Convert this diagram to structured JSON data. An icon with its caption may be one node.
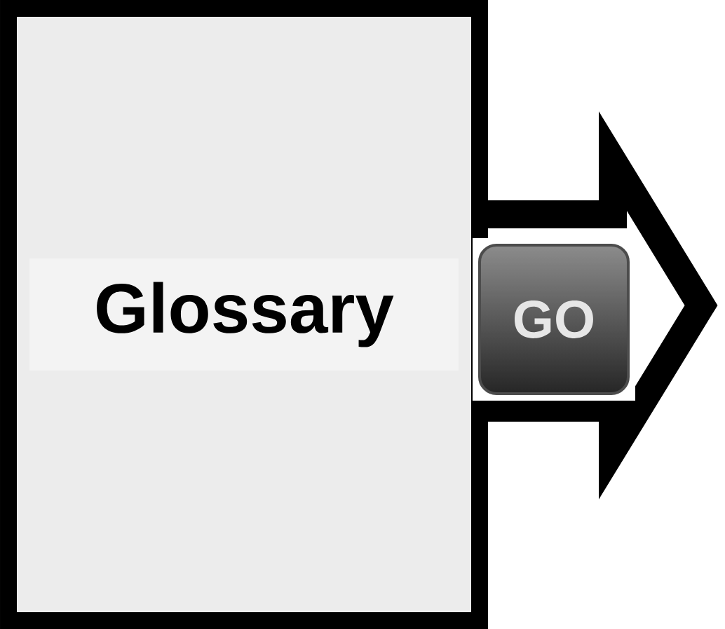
{
  "diagram": {
    "nodes": [
      {
        "text": [
          "Glossary"
        ]
      },
      {
        "text": [],
        "shape": "arrow"
      },
      {
        "text": [
          "GO"
        ],
        "in": 1
      }
    ]
  }
}
